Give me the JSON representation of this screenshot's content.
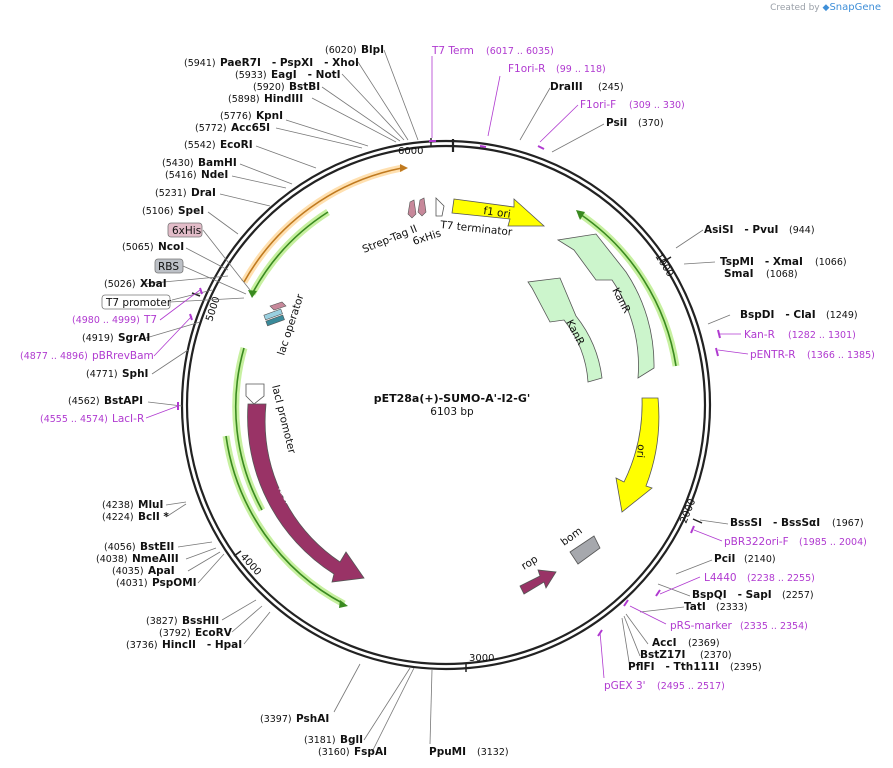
{
  "credit": {
    "prefix": "Created by",
    "brand": "SnapGene"
  },
  "plasmid": {
    "name": "pET28a(+)-SUMO-A'-I2-G'",
    "size": "6103 bp"
  },
  "ring_ticks": [
    "1000",
    "2000",
    "3000",
    "4000",
    "5000",
    "6000"
  ],
  "enzymes": [
    {
      "pos": "(6020)",
      "name": "BlpI"
    },
    {
      "pos": "(5941)",
      "name": "PaeR7I   - PspXI   - XhoI"
    },
    {
      "pos": "(5933)",
      "name": "EagI   - NotI"
    },
    {
      "pos": "(5920)",
      "name": "BstBI"
    },
    {
      "pos": "(5898)",
      "name": "HindIII"
    },
    {
      "pos": "(5776)",
      "name": "KpnI"
    },
    {
      "pos": "(5772)",
      "name": "Acc65I"
    },
    {
      "pos": "(5542)",
      "name": "EcoRI"
    },
    {
      "pos": "(5430)",
      "name": "BamHI"
    },
    {
      "pos": "(5416)",
      "name": "NdeI"
    },
    {
      "pos": "(5231)",
      "name": "DraI"
    },
    {
      "pos": "(5106)",
      "name": "SpeI"
    },
    {
      "pos": "(5065)",
      "name": "NcoI"
    },
    {
      "pos": "(5026)",
      "name": "XbaI"
    },
    {
      "pos": "(4919)",
      "name": "SgrAI"
    },
    {
      "pos": "(4771)",
      "name": "SphI"
    },
    {
      "pos": "(4562)",
      "name": "BstAPI"
    },
    {
      "pos": "(4238)",
      "name": "MluI"
    },
    {
      "pos": "(4224)",
      "name": "BclI *"
    },
    {
      "pos": "(4056)",
      "name": "BstEII"
    },
    {
      "pos": "(4038)",
      "name": "NmeAIII"
    },
    {
      "pos": "(4035)",
      "name": "ApaI"
    },
    {
      "pos": "(4031)",
      "name": "PspOMI"
    },
    {
      "pos": "(3827)",
      "name": "BssHII"
    },
    {
      "pos": "(3792)",
      "name": "EcoRV"
    },
    {
      "pos": "(3736)",
      "name": "HincII   - HpaI"
    },
    {
      "pos": "(3397)",
      "name": "PshAI"
    },
    {
      "pos": "(3181)",
      "name": "BglI"
    },
    {
      "pos": "(3160)",
      "name": "FspAI"
    },
    {
      "pos": "(3132)",
      "name": "PpuMI"
    },
    {
      "pos": "(245)",
      "name": "DraIII"
    },
    {
      "pos": "(370)",
      "name": "PsiI"
    },
    {
      "pos": "(944)",
      "name": "AsiSI   - PvuI"
    },
    {
      "pos": "(1066)",
      "name": "TspMI   - XmaI"
    },
    {
      "pos": "(1068)",
      "name": "SmaI"
    },
    {
      "pos": "(1249)",
      "name": "BspDI   - ClaI"
    },
    {
      "pos": "(1967)",
      "name": "BssSI   - BssSαI"
    },
    {
      "pos": "(2140)",
      "name": "PciI"
    },
    {
      "pos": "(2257)",
      "name": "BspQI   - SapI"
    },
    {
      "pos": "(2333)",
      "name": "TatI"
    },
    {
      "pos": "(2369)",
      "name": "AccI"
    },
    {
      "pos": "(2370)",
      "name": "BstZ17I"
    },
    {
      "pos": "(2395)",
      "name": "PflFI   - Tth111I"
    }
  ],
  "primers": [
    {
      "name": "T7 Term",
      "range": "(6017 .. 6035)"
    },
    {
      "name": "F1ori-R",
      "range": "(99 .. 118)"
    },
    {
      "name": "F1ori-F",
      "range": "(309 .. 330)"
    },
    {
      "name": "Kan-R",
      "range": "(1282 .. 1301)"
    },
    {
      "name": "pENTR-R",
      "range": "(1366 .. 1385)"
    },
    {
      "name": "pBR322ori-F",
      "range": "(1985 .. 2004)"
    },
    {
      "name": "L4440",
      "range": "(2238 .. 2255)"
    },
    {
      "name": "pRS-marker",
      "range": "(2335 .. 2354)"
    },
    {
      "name": "pGEX 3'",
      "range": "(2495 .. 2517)"
    },
    {
      "name": "T7",
      "range": "(4980 .. 4999)"
    },
    {
      "name": "pBRrevBam",
      "range": "(4877 .. 4896)"
    },
    {
      "name": "LacI-R",
      "range": "(4555 .. 4574)"
    }
  ],
  "boxed_features": [
    {
      "label": "6xHis",
      "fill": "#e2bcc8"
    },
    {
      "label": "RBS",
      "fill": "#bcc0c6"
    },
    {
      "label": "T7 promoter",
      "fill": "#ffffff"
    }
  ],
  "features": {
    "f1_ori": "f1 ori",
    "t7_terminator": "T7 terminator",
    "strep_tag": "Strep-Tag II",
    "his_tag": "6xHis",
    "kanr_outer": "KanR",
    "kanr_inner": "KanR",
    "ori": "ori",
    "bom": "bom",
    "rop": "rop",
    "lacI": "lacI",
    "lacI_promoter": "lacI promoter",
    "lac_operator": "lac operator"
  },
  "colors": {
    "f1_ori": "#ffff00",
    "kanr": "#ccf5cc",
    "ori": "#ffff00",
    "lacI": "#993366",
    "rop": "#993366",
    "bom": "#a6a8ad",
    "primer": "#b03ad0",
    "orf_line": "#3a8a20",
    "orf_glow": "#c7f0a0",
    "orange_orf": "#f0a040"
  }
}
